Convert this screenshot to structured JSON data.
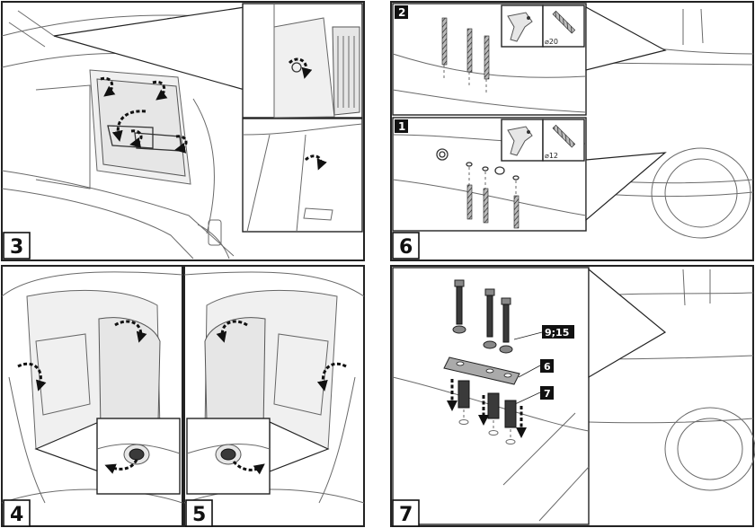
{
  "steps": {
    "s3": "3",
    "s4": "4",
    "s5": "5",
    "s6": "6",
    "s7": "7",
    "s6_sub1": "1",
    "s6_sub2": "2"
  },
  "diameters": {
    "d20": "⌀20",
    "d12": "⌀12"
  },
  "parts": {
    "p1": "9;15",
    "p2": "6",
    "p3": "7"
  },
  "icons": {
    "drill": "drill-icon",
    "drill_bit": "drill-bit-icon",
    "arrow": "curved-arrow-icon"
  }
}
